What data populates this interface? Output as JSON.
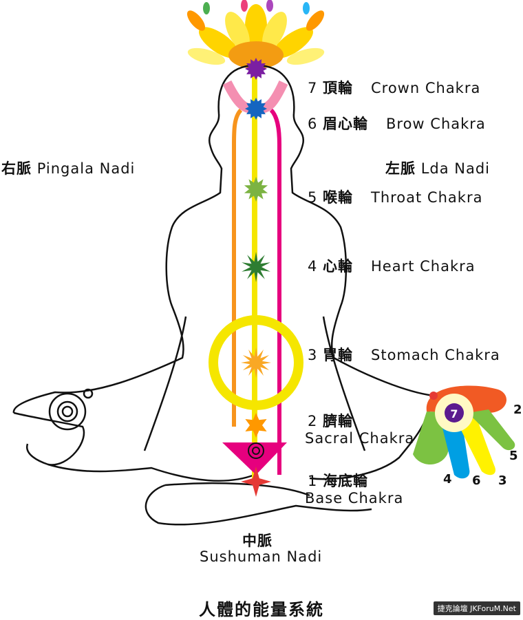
{
  "title": "人體的能量系統",
  "watermark": "捷克論壇 JKForuM.Net",
  "chakras": [
    {
      "num": "7",
      "cn": "頂輪",
      "en": "Crown Chakra",
      "color": "#7b1fa2"
    },
    {
      "num": "6",
      "cn": "眉心輪",
      "en": "Brow Chakra",
      "color": "#1565c0"
    },
    {
      "num": "5",
      "cn": "喉輪",
      "en": "Throat Chakra",
      "color": "#7cb342"
    },
    {
      "num": "4",
      "cn": "心輪",
      "en": "Heart Chakra",
      "color": "#2e7d32"
    },
    {
      "num": "3",
      "cn": "胃輪",
      "en": "Stomach Chakra",
      "color": "#f9a825"
    },
    {
      "num": "2",
      "cn": "臍輪",
      "en": "Sacral Chakra",
      "color": "#ff9800"
    },
    {
      "num": "1",
      "cn": "海底輪",
      "en": "Base Chakra",
      "color": "#e53935"
    }
  ],
  "nadis": {
    "right": {
      "cn": "右脈",
      "en": "Pingala Nadi",
      "color": "#f7941d"
    },
    "left": {
      "cn": "左脈",
      "en": "Lda Nadi",
      "color": "#e6007e"
    },
    "central": {
      "cn": "中脈",
      "en": "Sushuman Nadi",
      "color": "#f5e600"
    }
  },
  "hand": {
    "badge": "7",
    "fingers": [
      "2",
      "5",
      "3",
      "6",
      "4"
    ]
  }
}
